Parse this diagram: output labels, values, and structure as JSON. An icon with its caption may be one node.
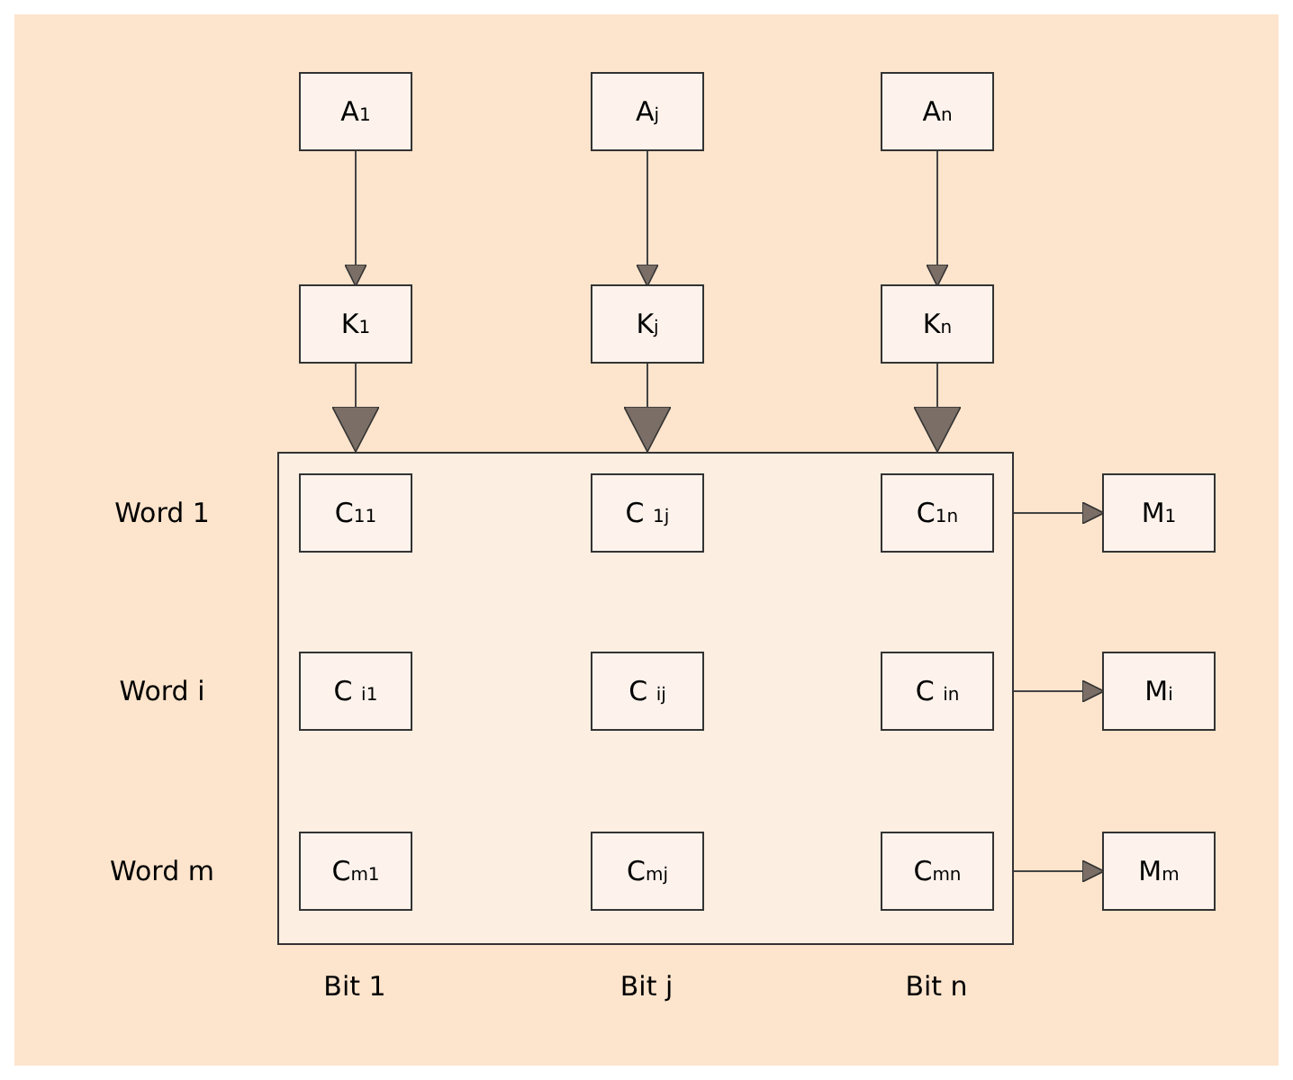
{
  "diagram": {
    "nodes": [
      {
        "text": [
          "A$_{1}$"
        ]
      },
      {
        "text": [
          "A$_{j}$"
        ]
      },
      {
        "text": [
          "A$_{n}$"
        ]
      },
      {
        "text": [
          "K$_{1}$"
        ]
      },
      {
        "text": [
          "K$_{j}$"
        ]
      },
      {
        "text": [
          "K$_{n}$"
        ]
      },
      {
        "text": [],
        "shape": "box"
      },
      {
        "text": [
          "C$_{11}$"
        ],
        "in": 6
      },
      {
        "text": [
          "C $_{1j}$"
        ],
        "in": 6
      },
      {
        "text": [
          "C$_{1n}$"
        ],
        "in": 6
      },
      {
        "text": [
          "C $_{i1}$"
        ],
        "in": 6
      },
      {
        "text": [
          "C $_{ij}$"
        ],
        "in": 6
      },
      {
        "text": [
          "C $_{in}$"
        ],
        "in": 6
      },
      {
        "text": [
          "C$_{m1}$"
        ],
        "in": 6
      },
      {
        "text": [
          "C$_{mj}$"
        ],
        "in": 6
      },
      {
        "text": [
          "C$_{mn}$"
        ],
        "in": 6
      },
      {
        "text": [
          "M$_{1}$"
        ]
      },
      {
        "text": [
          "M$_{i}$"
        ]
      },
      {
        "text": [
          "M$_{m}$"
        ]
      }
    ],
    "edges": [
      {
        "from": 0,
        "to": 3,
        "arrow": "to"
      },
      {
        "from": 1,
        "to": 4,
        "arrow": "to"
      },
      {
        "from": 2,
        "to": 5,
        "arrow": "to"
      },
      {
        "from": 3,
        "to": 6,
        "arrow": "to"
      },
      {
        "from": 4,
        "to": 6,
        "arrow": "to"
      },
      {
        "from": 5,
        "to": 6,
        "arrow": "to"
      },
      {
        "from": 6,
        "to": 16,
        "arrow": "to"
      },
      {
        "from": 6,
        "to": 17,
        "arrow": "to"
      },
      {
        "from": 6,
        "to": 18,
        "arrow": "to"
      }
    ],
    "labels": [
      "Word 1",
      "Word i",
      "Word m",
      "Bit 1",
      "Bit j",
      "Bit n"
    ]
  }
}
